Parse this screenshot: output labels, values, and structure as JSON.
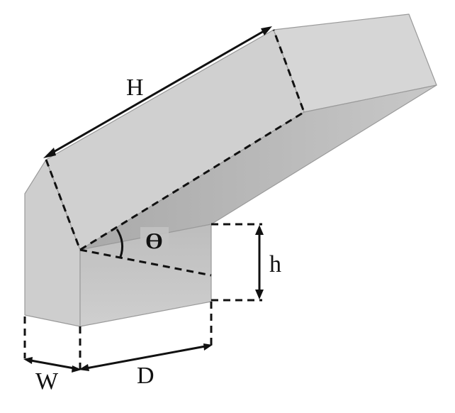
{
  "labels": {
    "H": "H",
    "theta": "ϴ",
    "h": "h",
    "W": "W",
    "D": "D"
  },
  "colors": {
    "face_light": "#d3d3d3",
    "face_mid": "#c7c7c7",
    "face_dark": "#b9b9b9",
    "face_side": "#cccccc",
    "line": "#111111"
  }
}
